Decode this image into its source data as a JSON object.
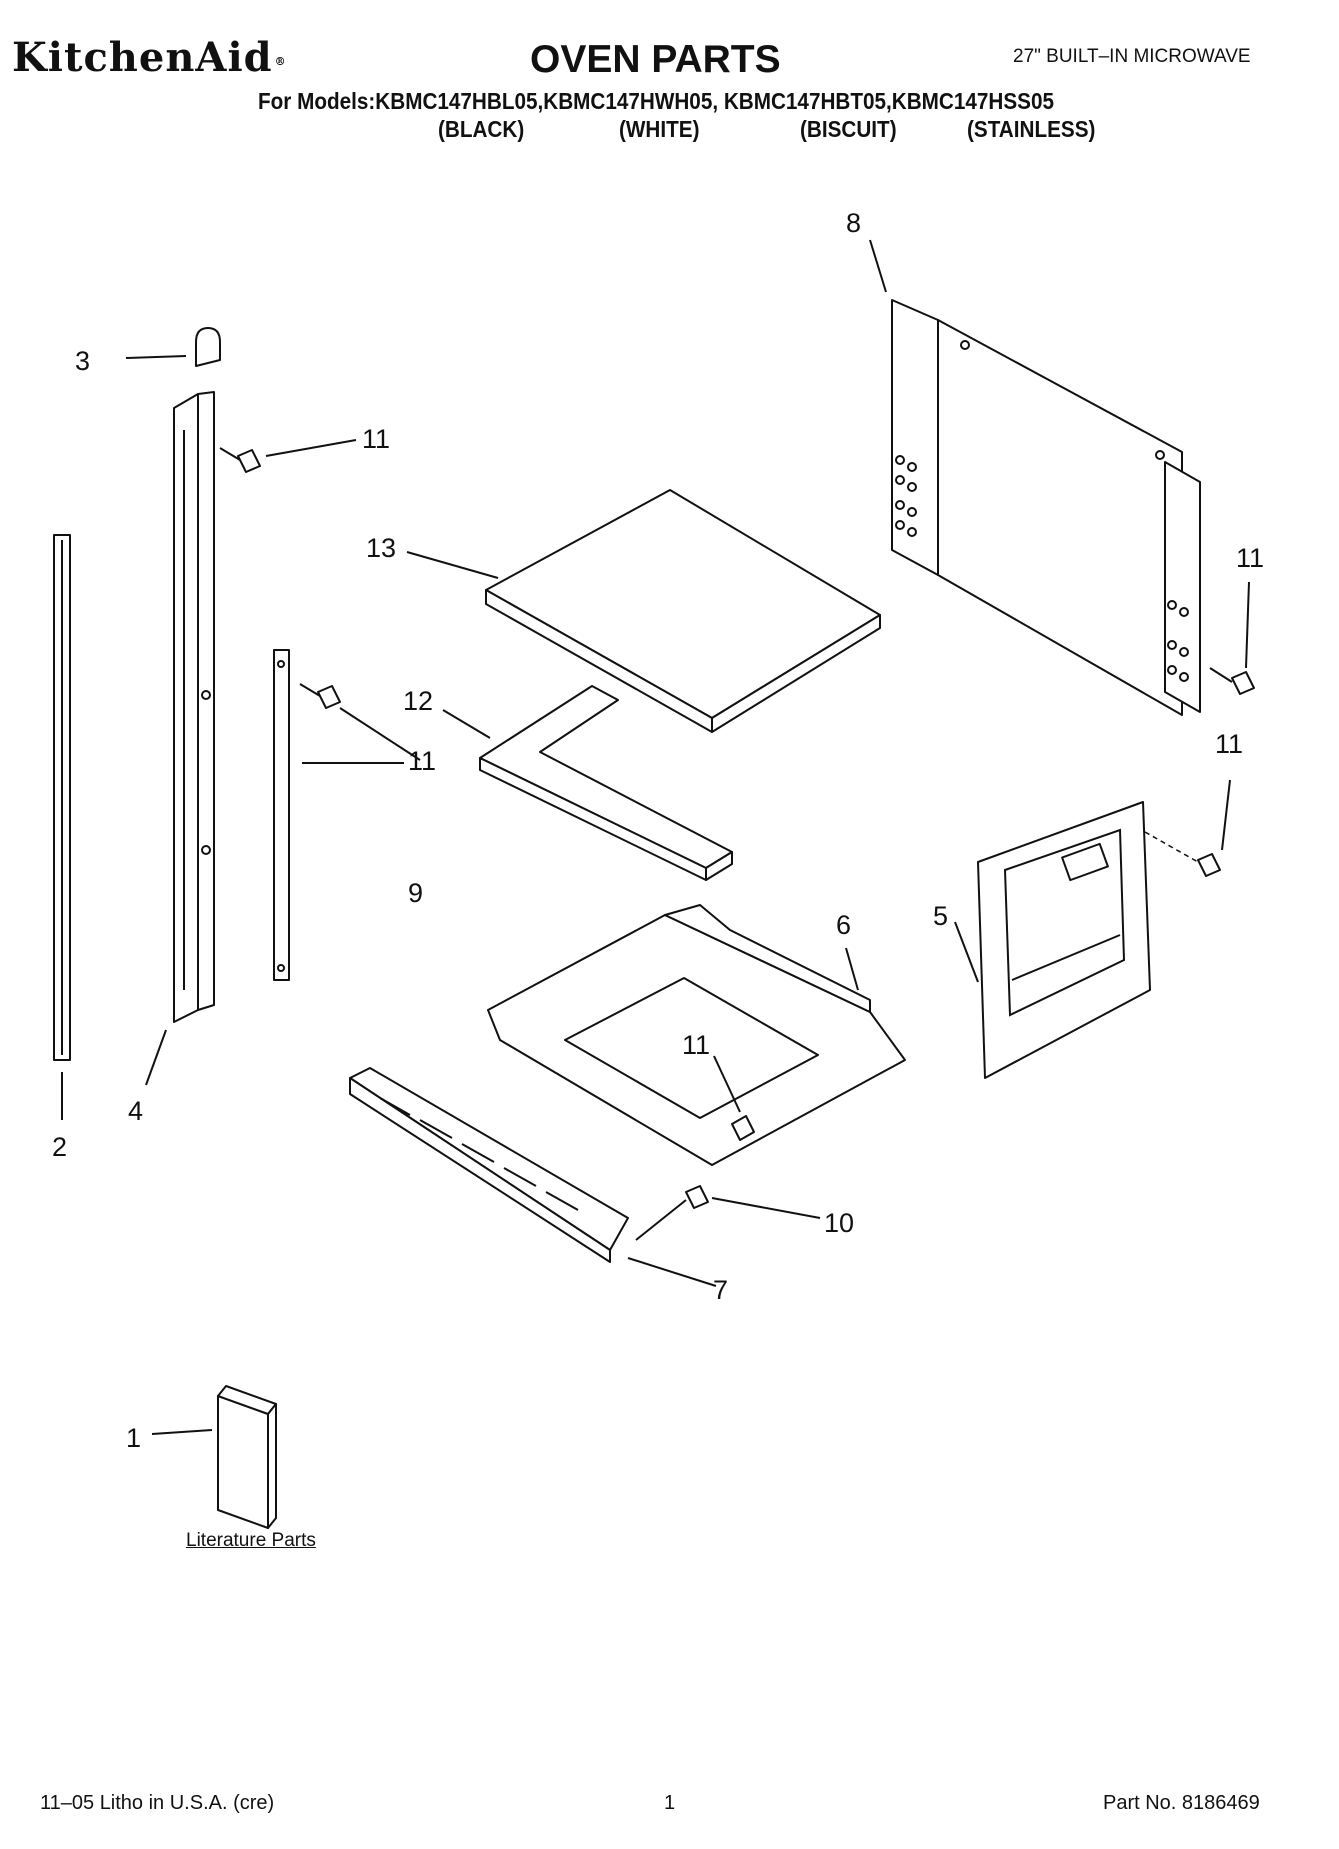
{
  "header": {
    "brand": "KitchenAid",
    "brand_mark": "®",
    "title": "OVEN PARTS",
    "product": "27\" BUILT–IN MICROWAVE",
    "models_line": "For Models:KBMC147HBL05,KBMC147HWH05, KBMC147HBT05,KBMC147HSS05",
    "colors": [
      "(BLACK)",
      "(WHITE)",
      "(BISCUIT)",
      "(STAINLESS)"
    ]
  },
  "callouts": {
    "c1": "1",
    "c2": "2",
    "c3": "3",
    "c4": "4",
    "c5": "5",
    "c6": "6",
    "c7": "7",
    "c8": "8",
    "c9": "9",
    "c10": "10",
    "c11": "11",
    "c12": "12",
    "c13": "13"
  },
  "literature_label": "Literature Parts",
  "footer": {
    "litho": "11–05 Litho in U.S.A. (cre)",
    "page": "1",
    "part_no": "Part No. 8186469"
  }
}
